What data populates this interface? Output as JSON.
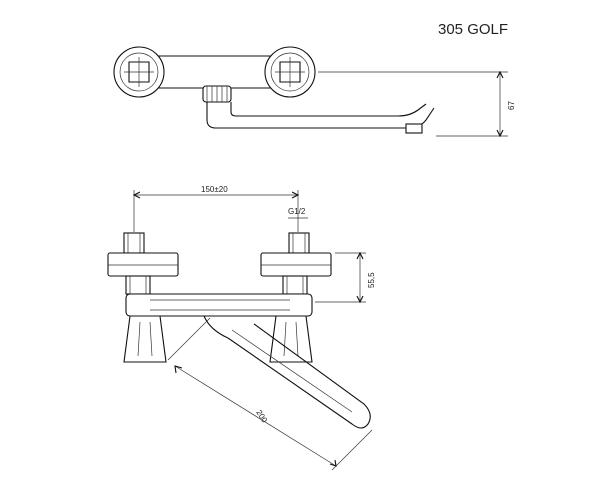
{
  "title": "305 GOLF",
  "dimensions": {
    "height_top": "67",
    "spacing": "150±20",
    "thread": "G1/2",
    "height_front": "55,5",
    "spout_length": "200"
  },
  "colors": {
    "line": "#111111",
    "background": "#ffffff"
  }
}
